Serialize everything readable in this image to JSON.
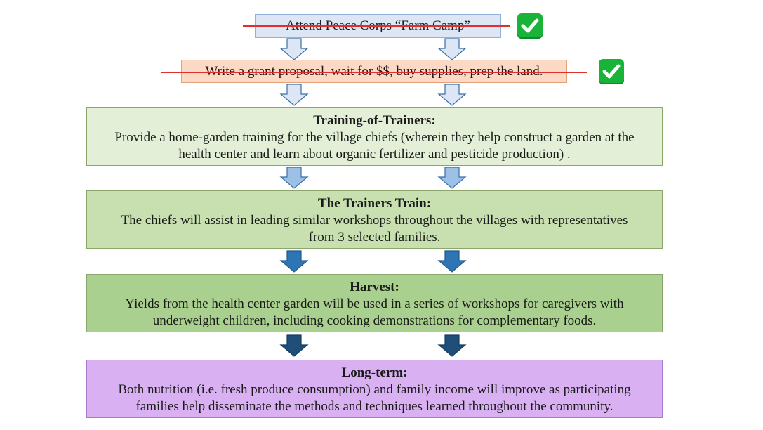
{
  "steps": {
    "step1": {
      "text": "Attend Peace Corps “Farm Camp”",
      "done": true
    },
    "step2": {
      "text": "Write a grant proposal, wait for $$, buy supplies, prep the land.",
      "done": true
    },
    "training": {
      "title": "Training-of-Trainers:",
      "line1": "Provide a home-garden training for the village chiefs (wherein they help construct a garden at the",
      "line2": "health center and learn about organic fertilizer and pesticide production) ."
    },
    "trainers_train": {
      "title": "The Trainers Train:",
      "line1": "The chiefs will assist in leading similar workshops throughout the villages with representatives",
      "line2": "from 3 selected families."
    },
    "harvest": {
      "title": "Harvest:",
      "line1": "Yields from the health center garden will be used in a series of workshops for caregivers with",
      "line2": "underweight children, including cooking demonstrations for complementary foods."
    },
    "long_term": {
      "title": "Long-term:",
      "line1": "Both nutrition (i.e. fresh produce consumption) and family income will improve as participating",
      "line2": "families help disseminate the methods and techniques learned throughout the community."
    }
  },
  "colors": {
    "arrow_outline": "#dce6f4",
    "arrow_light": "#9dc0e6",
    "arrow_mid": "#2e75b6",
    "arrow_dark": "#1f4e79",
    "check": "#19b33a",
    "strike": "#e0302e"
  },
  "icons": {
    "done_marker": "checkmark-icon"
  }
}
